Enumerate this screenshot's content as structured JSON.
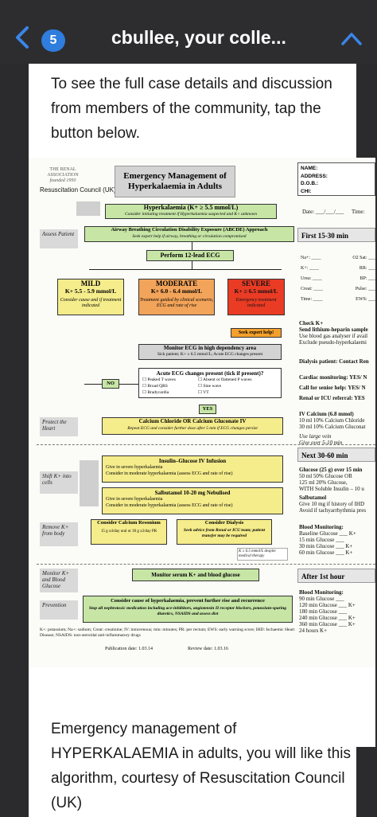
{
  "header": {
    "back_icon": "chevron-left-icon",
    "badge_count": "5",
    "title": "cbullee, your colle...",
    "collapse_icon": "chevron-up-icon"
  },
  "intro_text": "To see the full case details and discussion from members of the community, tap the button below.",
  "caption_text": "Emergency management of HYPERKALAEMIA in adults, you will like this algorithm, courtesy of Resuscitation Council (UK)",
  "poster": {
    "logo_line1": "THE RENAL",
    "logo_line2": "ASSOCIATION",
    "logo_line3": "founded 1950",
    "org": "Resuscitation Council (UK)",
    "title": "Emergency Management of Hyperkalaemia in Adults",
    "patient_fields": [
      "NAME:",
      "ADDRESS:",
      "D.O.B.:",
      "CHI:"
    ],
    "date_label": "Date: ___/___/___",
    "time_label": "Time:",
    "hyperkalaemia_box": "Hyperkalaemia (K+ ≥ 5.5 mmol/L)",
    "hyperkalaemia_sub": "Consider initiating treatment if Hyperkalaemia suspected and K+ unknown",
    "assess_label": "Assess Patient",
    "abcde": "Airway Breathing Circulation Disability Exposure (ABCDE) Approach",
    "abcde_sub": "Seek expert help if airway, breathing or circulation compromised",
    "ecg": "Perform 12-lead ECG",
    "mild_title": "MILD",
    "mild_range": "K+ 5.5 - 5.9 mmol/L",
    "mild_sub": "Consider cause and if treatment indicated",
    "moderate_title": "MODERATE",
    "moderate_range": "K+ 6.0 - 6.4 mmol/L",
    "moderate_sub": "Treatment guided by clinical scenario, ECG and rate of rise",
    "severe_title": "SEVERE",
    "severe_range": "K+ ≥ 6.5 mmol/L",
    "severe_sub": "Emergency treatment indicated",
    "expert_help": "Seek expert help!",
    "monitor_ecg": "Monitor ECG in high dependency area",
    "monitor_ecg_sub": "Sick patient; K+ ≥ 6.5 mmol/L; Acute ECG changes present",
    "acute_ecg": "Acute ECG changes present (tick if present)?",
    "ecg_checks": [
      "Peaked T waves",
      "Absent or flattened P waves",
      "Broad QRS",
      "Sine wave",
      "Bradycardia",
      "VT"
    ],
    "no_label": "NO",
    "yes_label": "YES",
    "protect_label": "Protect the Heart",
    "calcium": "Calcium Chloride OR Calcium Gluconate IV",
    "calcium_sub": "Repeat ECG and consider further dose after 5 min if ECG changes persist",
    "shift_label": "Shift K+ into cells",
    "insulin": "Insulin–Glucose IV Infusion",
    "insulin_l1": "Give in severe hyperkalaemia",
    "insulin_l2": "Consider in moderate hyperkalaemia (assess ECG and rate of rise)",
    "salbutamol": "Salbutamol 10-20 mg Nebulised",
    "salbutamol_l1": "Give in severe hyperkalaemia",
    "salbutamol_l2": "Consider in moderate hyperkalaemia (assess ECG and rate of rise)",
    "remove_label": "Remove K+ from body",
    "resonium": "Consider Calcium Resonium",
    "resonium_sub": "15 g x4/day oral or 30 g x2/day PR",
    "dialysis": "Consider Dialysis",
    "dialysis_sub": "Seek advice from Renal or ICU team; patient transfer may be required",
    "despite": "K ≥ 6.5 mmol/L despite medical therapy",
    "monitor_label": "Monitor K+ and Blood Glucose",
    "monitor_serum": "Monitor serum K+ and blood glucose",
    "prevention_label": "Prevention",
    "prevention": "Consider cause of hyperkalaemia, prevent further rise and recurrence",
    "prevention_sub": "Stop all nephrotoxic medication including ace-inhibitors, angiotensin II receptor blockers, potassium-sparing diuretics, NSAIDS and assess diet",
    "footnote": "K+: potassium; Na+: sodium; Creat: creatinine; IV: intravenous; min: minutes; PR: per rectum; EWS: early warning score; IHD: Ischaemic Heart Disease; NSAIDS: non-steroidal anti-inflammatory drugs",
    "publication": "Publication date: 1.03.14",
    "review": "Review date: 1.03.16",
    "first_15": "First 15-30 min",
    "obs": [
      "Na+: ____",
      "O2 Sat: ___",
      "K+: ____",
      "RR: ___",
      "Urea: ____",
      "BP: ___",
      "Creat: ____",
      "Pulse: ___",
      "Time: ____",
      "EWS: ___"
    ],
    "check_k": "Check K+",
    "check_k_l1": "Send lithium-heparin sample",
    "check_k_l2": "Use blood gas analyser if avail",
    "check_k_l3": "Exclude pseudo-hyperkalaemi",
    "dialysis_patient": "Dialysis patient: Contact Ren",
    "cardiac_monitoring": "Cardiac monitoring: YES/ N",
    "senior_help": "Call for senior help: YES/ N",
    "renal_icu": "Renal or ICU referral: YES",
    "iv_calcium": "IV Calcium (6.8 mmol)",
    "iv_calcium_l1": "10 ml 10% Calcium Chloride",
    "iv_calcium_l2": "30 ml 10% Calcium Gluconat",
    "large_vein": "Use large vein",
    "give_over": "Give over 5-10 min",
    "next_30": "Next 30-60 min",
    "glucose": "Glucose (25 g) over 15 min",
    "glucose_l1": "50 ml 50% Glucose OR",
    "glucose_l2": "125 ml 20% Glucose,",
    "glucose_l3": "WITH Soluble Insulin – 10 u",
    "salb_right": "Salbutamol",
    "salb_right_l1": "Give 10 mg if history of IHD",
    "salb_right_l2": "Avoid if tachyarrhythmia pres",
    "blood_monitoring": "Blood Monitoring:",
    "bm_rows": [
      "Baseline  Glucose ___  K+",
      "15 min    Glucose ___",
      "30 min    Glucose ___  K+",
      "60 min    Glucose ___  K+"
    ],
    "after_1st": "After 1st hour",
    "bm2_rows": [
      "90 min   Glucose ___",
      "120 min  Glucose ___  K+",
      "180 min  Glucose ___",
      "240 min  Glucose ___  K+",
      "360 min  Glucose ___  K+",
      "24 hours              K+"
    ]
  }
}
